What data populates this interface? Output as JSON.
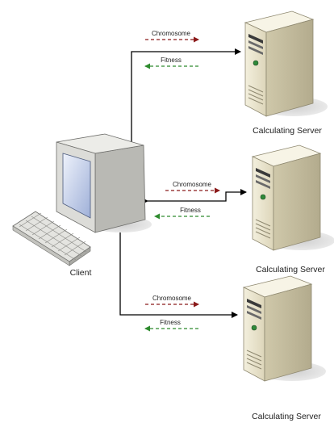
{
  "diagram": {
    "client_label": "Client",
    "servers": [
      {
        "label": "Calculating Server",
        "send_label": "Chromosome",
        "return_label": "Fitness"
      },
      {
        "label": "Calculating Server",
        "send_label": "Chromosome",
        "return_label": "Fitness"
      },
      {
        "label": "Calculating Server",
        "send_label": "Chromosome",
        "return_label": "Fitness"
      }
    ]
  },
  "colors": {
    "link_line": "#000000",
    "chromosome_arrow": "#8b1a1a",
    "fitness_arrow": "#2e8b2e",
    "server_body": "#e9e4cf",
    "server_shade": "#c7c0a3",
    "monitor_body": "#d8d8d4",
    "screen": "#bcc8e6",
    "indicator": "#2f8a3a"
  }
}
